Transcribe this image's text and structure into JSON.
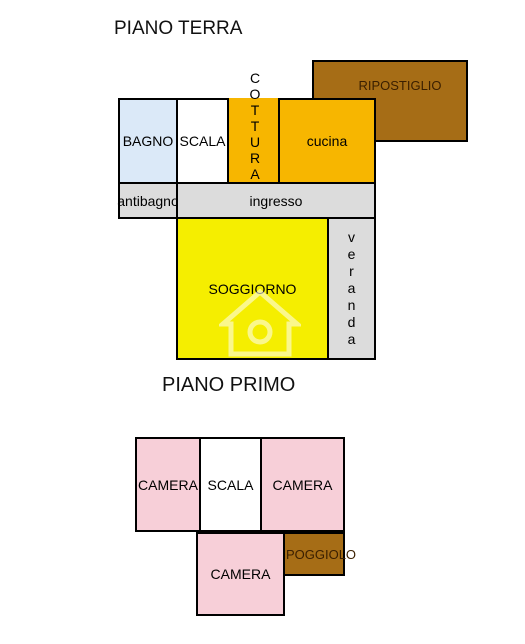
{
  "ground_floor": {
    "title": "PIANO TERRA",
    "rooms": {
      "bagno": "BAGNO",
      "scala": "SCALA",
      "cottura": "COTTURA",
      "cucina": "cucina",
      "ripostiglio": "RIPOSTIGLIO",
      "antibagno": "antibagno",
      "ingresso": "ingresso",
      "soggiorno": "SOGGIORNO",
      "veranda": "veranda"
    }
  },
  "first_floor": {
    "title": "PIANO PRIMO",
    "rooms": {
      "camera_left": "CAMERA",
      "scala": "SCALA",
      "camera_right": "CAMERA",
      "camera_bottom": "CAMERA",
      "poggiolo": "POGGIOLO"
    }
  },
  "colors": {
    "bagno": "#dbe9f8",
    "kitchen": "#f7b600",
    "storage": "#a66d16",
    "corridor": "#dcdcdc",
    "living": "#f5ee00",
    "bedroom": "#f7cfd8"
  },
  "icons": {
    "watermark": "house-logo-icon"
  }
}
